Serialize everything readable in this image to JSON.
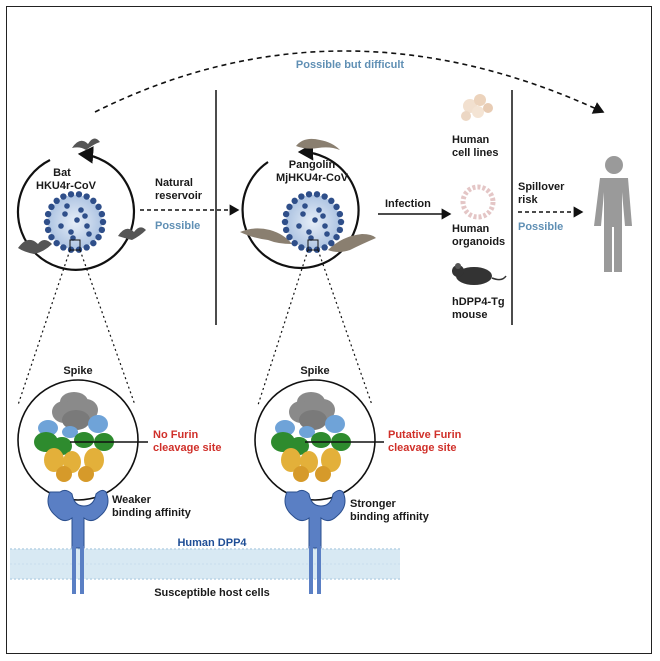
{
  "top": {
    "possible_difficult": "Possible but difficult"
  },
  "bat": {
    "line1": "Bat",
    "line2": "HKU4r-CoV"
  },
  "pangolin": {
    "line1": "Pangolin",
    "line2": "MjHKU4r-CoV"
  },
  "reservoir": {
    "line1": "Natural",
    "line2": "reservoir",
    "possible": "Possible"
  },
  "infection": {
    "label": "Infection"
  },
  "models": {
    "cells": {
      "line1": "Human",
      "line2": "cell lines"
    },
    "organoids": {
      "line1": "Human",
      "line2": "organoids"
    },
    "mouse": {
      "line1": "hDPP4-Tg",
      "line2": "mouse"
    }
  },
  "spillover": {
    "line1": "Spillover",
    "line2": "risk",
    "possible": "Possible"
  },
  "left_spike": {
    "title": "Spike",
    "furin1": "No Furin",
    "furin2": "cleavage site",
    "aff1": "Weaker",
    "aff2": "binding affinity"
  },
  "right_spike": {
    "title": "Spike",
    "furin1": "Putative Furin",
    "furin2": "cleavage site",
    "aff1": "Stronger",
    "aff2": "binding affinity"
  },
  "membrane": {
    "receptor": "Human DPP4",
    "cells": "Susceptible host cells"
  },
  "colors": {
    "blue_text": "#5f8fb4",
    "red_text": "#d0302a",
    "navy_text": "#1f4e96",
    "receptor": "#5a7fc4",
    "membrane": "#d8e9f3",
    "virus": "#2f4f8a",
    "spike_gray": "#8a8a8a",
    "spike_green": "#2e8b2e",
    "spike_yellow": "#e3b03a",
    "spike_blue": "#6fa3d8"
  }
}
